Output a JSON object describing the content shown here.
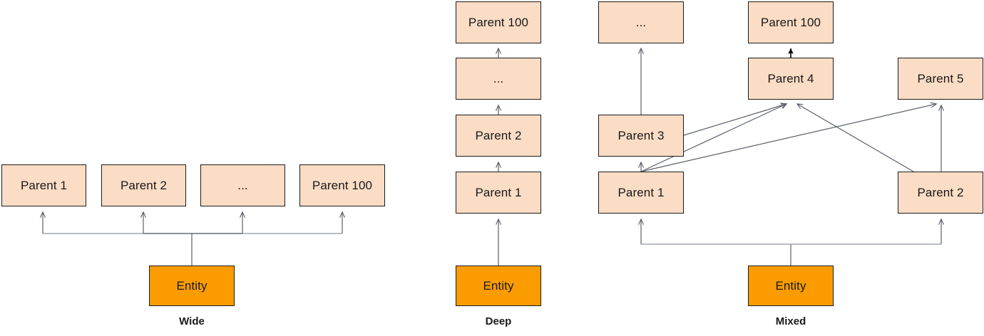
{
  "diagram": {
    "title_visible": false,
    "colors": {
      "parent_fill": "#fbdcc4",
      "entity_fill": "#fa9b00",
      "box_stroke": "#1b1b1b",
      "connector": "#5a5f6a",
      "connector_dark": "#000000",
      "text": "#1a1a1a",
      "background": "#ffffff"
    },
    "groups": [
      {
        "key": "wide",
        "label": "Wide",
        "nodes": [
          {
            "key": "w_p1",
            "text": "Parent 1",
            "type": "parent"
          },
          {
            "key": "w_p2",
            "text": "Parent 2",
            "type": "parent"
          },
          {
            "key": "w_dots",
            "text": "...",
            "type": "parent"
          },
          {
            "key": "w_p100",
            "text": "Parent 100",
            "type": "parent"
          },
          {
            "key": "w_entity",
            "text": "Entity",
            "type": "entity"
          }
        ],
        "edges": [
          {
            "from": "w_entity",
            "to": "w_p1"
          },
          {
            "from": "w_entity",
            "to": "w_p2"
          },
          {
            "from": "w_entity",
            "to": "w_dots"
          },
          {
            "from": "w_entity",
            "to": "w_p100"
          }
        ]
      },
      {
        "key": "deep",
        "label": "Deep",
        "nodes": [
          {
            "key": "d_p100",
            "text": "Parent 100",
            "type": "parent"
          },
          {
            "key": "d_dots",
            "text": "...",
            "type": "parent"
          },
          {
            "key": "d_p2",
            "text": "Parent 2",
            "type": "parent"
          },
          {
            "key": "d_p1",
            "text": "Parent 1",
            "type": "parent"
          },
          {
            "key": "d_entity",
            "text": "Entity",
            "type": "entity"
          }
        ],
        "edges": [
          {
            "from": "d_entity",
            "to": "d_p1"
          },
          {
            "from": "d_p1",
            "to": "d_p2"
          },
          {
            "from": "d_p2",
            "to": "d_dots"
          },
          {
            "from": "d_dots",
            "to": "d_p100"
          }
        ]
      },
      {
        "key": "mixed",
        "label": "Mixed",
        "nodes": [
          {
            "key": "m_dots",
            "text": "...",
            "type": "parent"
          },
          {
            "key": "m_p100",
            "text": "Parent 100",
            "type": "parent"
          },
          {
            "key": "m_p4",
            "text": "Parent 4",
            "type": "parent"
          },
          {
            "key": "m_p5",
            "text": "Parent 5",
            "type": "parent"
          },
          {
            "key": "m_p3",
            "text": "Parent 3",
            "type": "parent"
          },
          {
            "key": "m_p1",
            "text": "Parent 1",
            "type": "parent"
          },
          {
            "key": "m_p2",
            "text": "Parent 2",
            "type": "parent"
          },
          {
            "key": "m_entity",
            "text": "Entity",
            "type": "entity"
          }
        ],
        "edges": [
          {
            "from": "m_entity",
            "to": "m_p1"
          },
          {
            "from": "m_entity",
            "to": "m_p2"
          },
          {
            "from": "m_p1",
            "to": "m_p3"
          },
          {
            "from": "m_p3",
            "to": "m_dots"
          },
          {
            "from": "m_p3",
            "to": "m_p4"
          },
          {
            "from": "m_p1",
            "to": "m_p5"
          },
          {
            "from": "m_p2",
            "to": "m_p4"
          },
          {
            "from": "m_p2",
            "to": "m_p5"
          },
          {
            "from": "m_p4",
            "to": "m_p100"
          }
        ]
      }
    ]
  }
}
